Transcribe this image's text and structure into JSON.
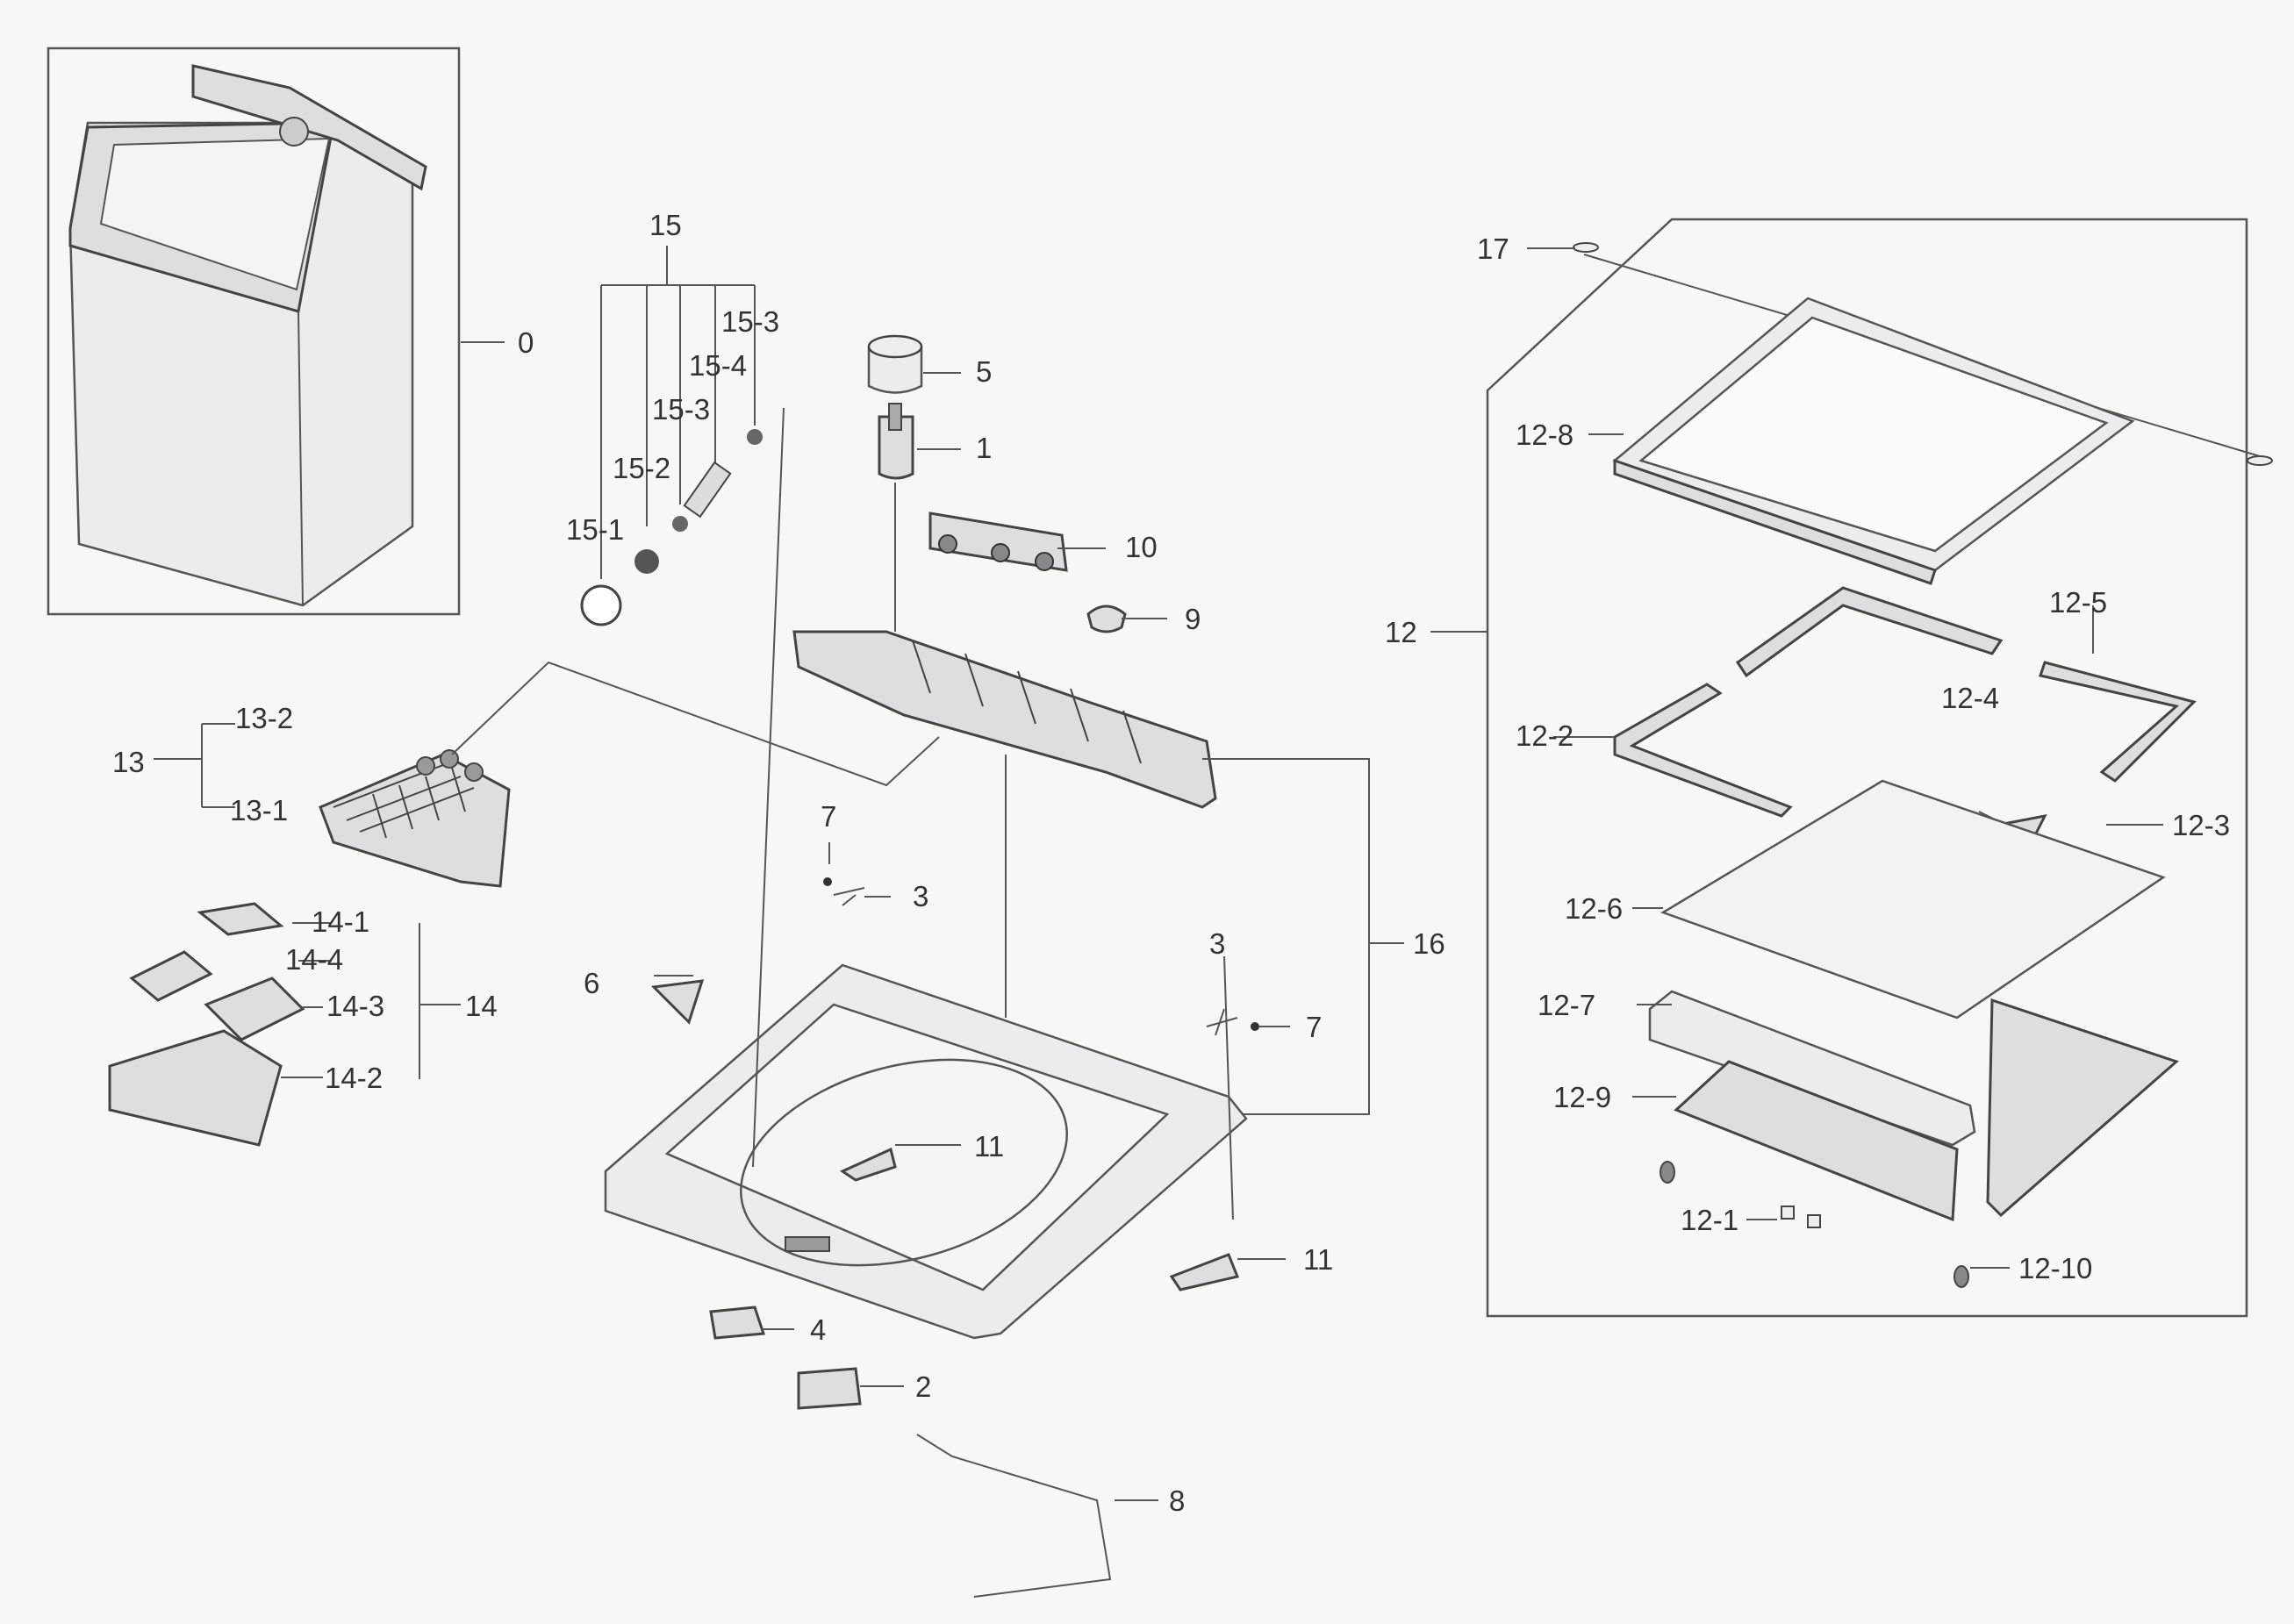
{
  "diagram": {
    "labels": {
      "p0": "0",
      "p1": "1",
      "p2": "2",
      "p3a": "3",
      "p3b": "3",
      "p4": "4",
      "p5": "5",
      "p6": "6",
      "p7a": "7",
      "p7b": "7",
      "p8": "8",
      "p9": "9",
      "p10": "10",
      "p11a": "11",
      "p11b": "11",
      "p12": "12",
      "p12_1": "12-1",
      "p12_2": "12-2",
      "p12_3": "12-3",
      "p12_4": "12-4",
      "p12_5": "12-5",
      "p12_6": "12-6",
      "p12_7": "12-7",
      "p12_8": "12-8",
      "p12_9": "12-9",
      "p12_10": "12-10",
      "p13": "13",
      "p13_1": "13-1",
      "p13_2": "13-2",
      "p14": "14",
      "p14_1": "14-1",
      "p14_2": "14-2",
      "p14_3": "14-3",
      "p14_4": "14-4",
      "p15": "15",
      "p15_1": "15-1",
      "p15_2": "15-2",
      "p15_3a": "15-3",
      "p15_3b": "15-3",
      "p15_4": "15-4",
      "p16": "16",
      "p17": "17"
    }
  }
}
